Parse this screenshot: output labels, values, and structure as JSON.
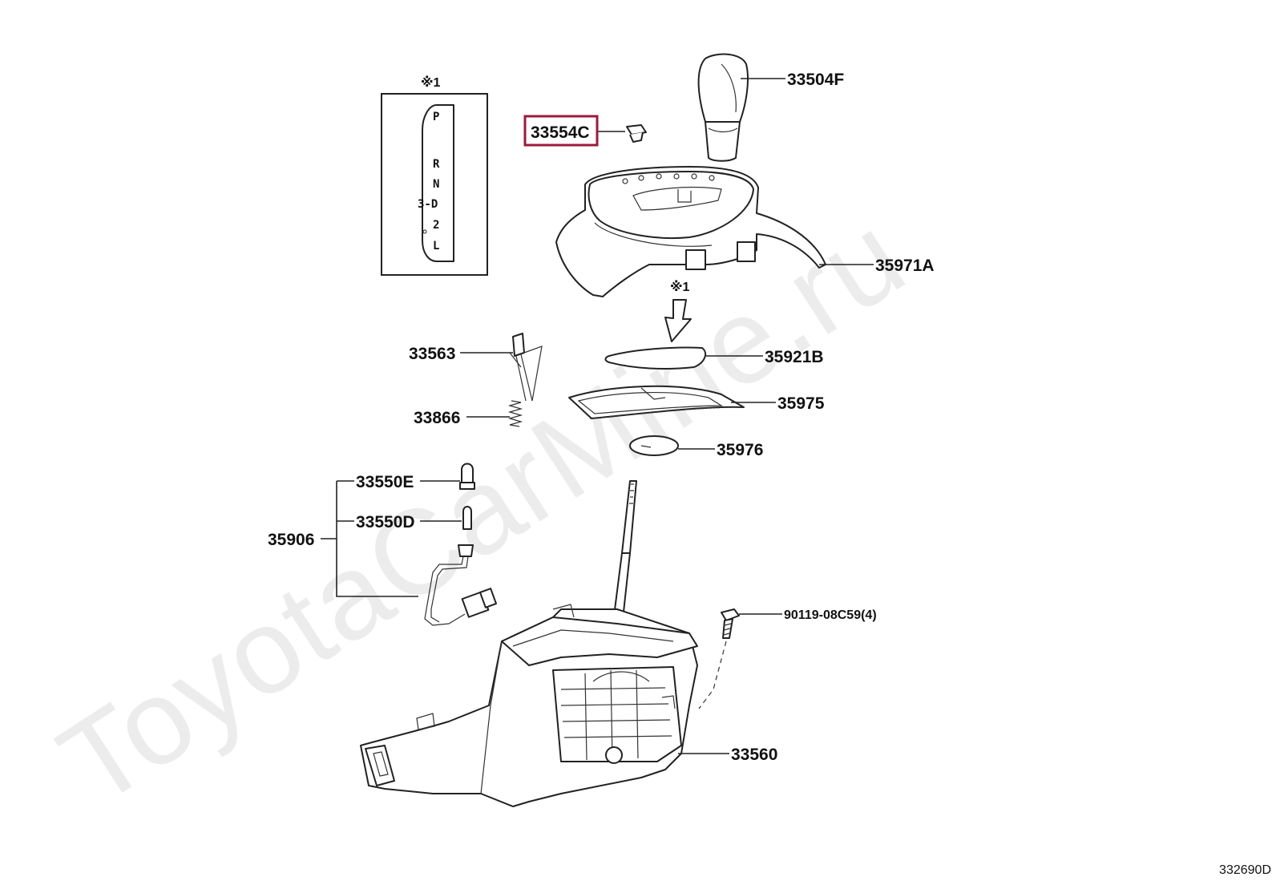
{
  "watermark": "ToyotaCarMine.ru",
  "diagram_code": "332690D",
  "inset": {
    "note_mark": "※1",
    "gears": [
      "P",
      "R",
      "N",
      "3-D",
      "2",
      "L"
    ]
  },
  "arrow_note_mark": "※1",
  "parts": {
    "p33504F": "33504F",
    "p33554C": "33554C",
    "p35971A": "35971A",
    "p33563": "33563",
    "p35921B": "35921B",
    "p35975": "35975",
    "p33866": "33866",
    "p35976": "35976",
    "p33550E": "33550E",
    "p33550D": "33550D",
    "p35906": "35906",
    "p90119": "90119-08C59(4)",
    "p33560": "33560"
  },
  "colors": {
    "highlight": "#9b1b3a",
    "line": "#222222",
    "watermark": "#ececec"
  }
}
